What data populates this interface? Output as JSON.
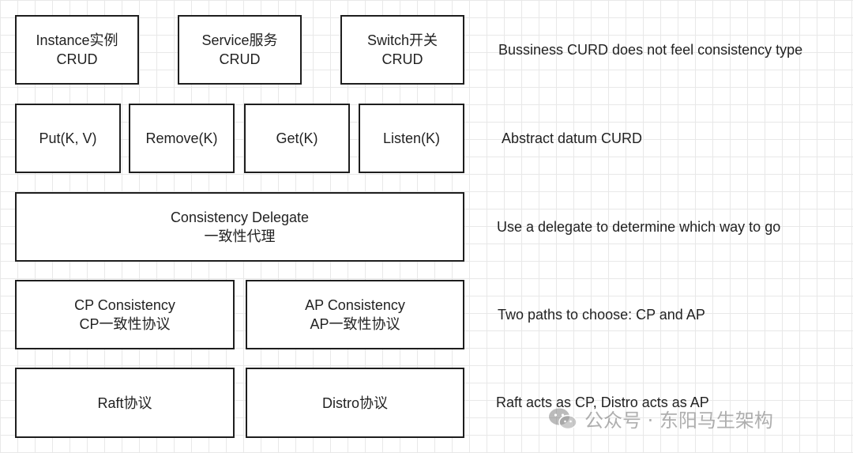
{
  "rows": {
    "top": {
      "instance": [
        "Instance实例",
        "CRUD"
      ],
      "service": [
        "Service服务",
        "CRUD"
      ],
      "switch": [
        "Switch开关",
        "CRUD"
      ]
    },
    "datum": {
      "put": "Put(K, V)",
      "remove": "Remove(K)",
      "get": "Get(K)",
      "listen": "Listen(K)"
    },
    "delegate": [
      "Consistency Delegate",
      "一致性代理"
    ],
    "consistency": {
      "cp": [
        "CP Consistency",
        "CP一致性协议"
      ],
      "ap": [
        "AP Consistency",
        "AP一致性协议"
      ]
    },
    "protocol": {
      "raft": "Raft协议",
      "distro": "Distro协议"
    }
  },
  "descriptions": {
    "top": "Bussiness CURD does not feel consistency type",
    "datum": "Abstract datum CURD",
    "delegate": "Use a delegate to determine which way to go",
    "consistency": "Two paths to choose: CP and AP",
    "protocol": "Raft acts as CP, Distro acts as AP"
  },
  "watermark": {
    "icon": "wechat-icon",
    "text": "公众号 · 东阳马生架构"
  },
  "colors": {
    "border": "#1e1e1e",
    "grid": "#e8e8e8",
    "text": "#222222"
  }
}
